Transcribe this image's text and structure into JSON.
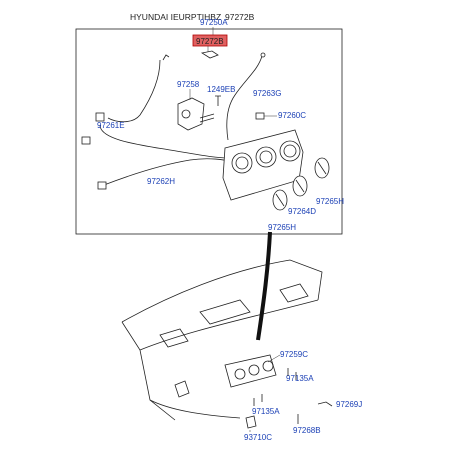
{
  "header": {
    "title": "HYUNDAI IEURPTIHBZ",
    "title_part": "97272B",
    "top_callout": "97250A"
  },
  "colors": {
    "label": "#1a3fb5",
    "highlight_fill": "#e06060",
    "highlight_stroke": "#b00000",
    "line": "#222222"
  },
  "callouts": [
    {
      "id": "97272B",
      "highlighted": true
    },
    {
      "id": "97258"
    },
    {
      "id": "1249EB"
    },
    {
      "id": "97263G"
    },
    {
      "id": "97260C"
    },
    {
      "id": "97261E"
    },
    {
      "id": "97262H"
    },
    {
      "id": "97265H"
    },
    {
      "id": "97264D"
    },
    {
      "id": "97265H"
    },
    {
      "id": "97259C"
    },
    {
      "id": "97135A"
    },
    {
      "id": "97269J"
    },
    {
      "id": "97135A"
    },
    {
      "id": "97268B"
    },
    {
      "id": "93710C"
    }
  ]
}
